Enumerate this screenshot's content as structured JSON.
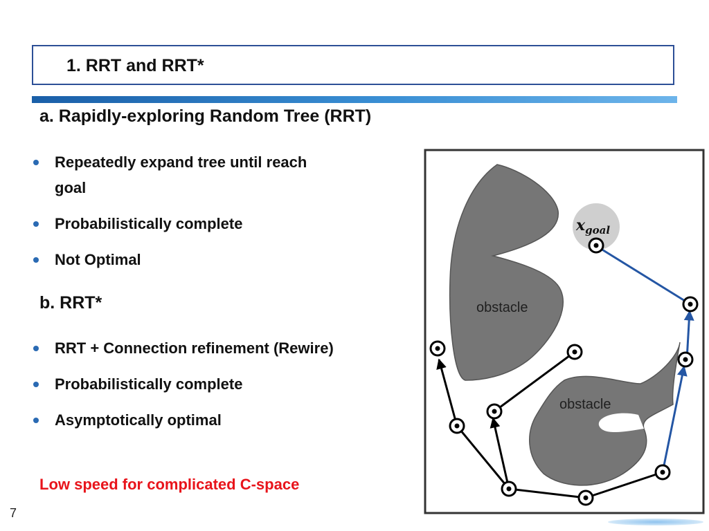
{
  "title": "1. RRT and RRT*",
  "section_a": {
    "heading": "a. Rapidly-exploring Random Tree (RRT)",
    "bullets": [
      "Repeatedly expand tree until reach",
      "goal",
      "Probabilistically complete",
      "Not Optimal"
    ]
  },
  "section_b": {
    "heading": "b. RRT*",
    "bullets": [
      "RRT + Connection refinement (Rewire)",
      "Probabilistically complete",
      "Asymptotically optimal"
    ]
  },
  "warning": "Low speed for complicated C-space",
  "page_number": "7",
  "diagram": {
    "obstacle_label_1": "obstacle",
    "obstacle_label_2": "obstacle",
    "goal_symbol": "x",
    "goal_subscript": "goal"
  },
  "colors": {
    "title_border": "#2c4f96",
    "bullet": "#2a6ab3",
    "warning": "#e8141b",
    "obstacle": "#767676",
    "path_blue": "#2456a4",
    "tree_black": "#000000"
  }
}
